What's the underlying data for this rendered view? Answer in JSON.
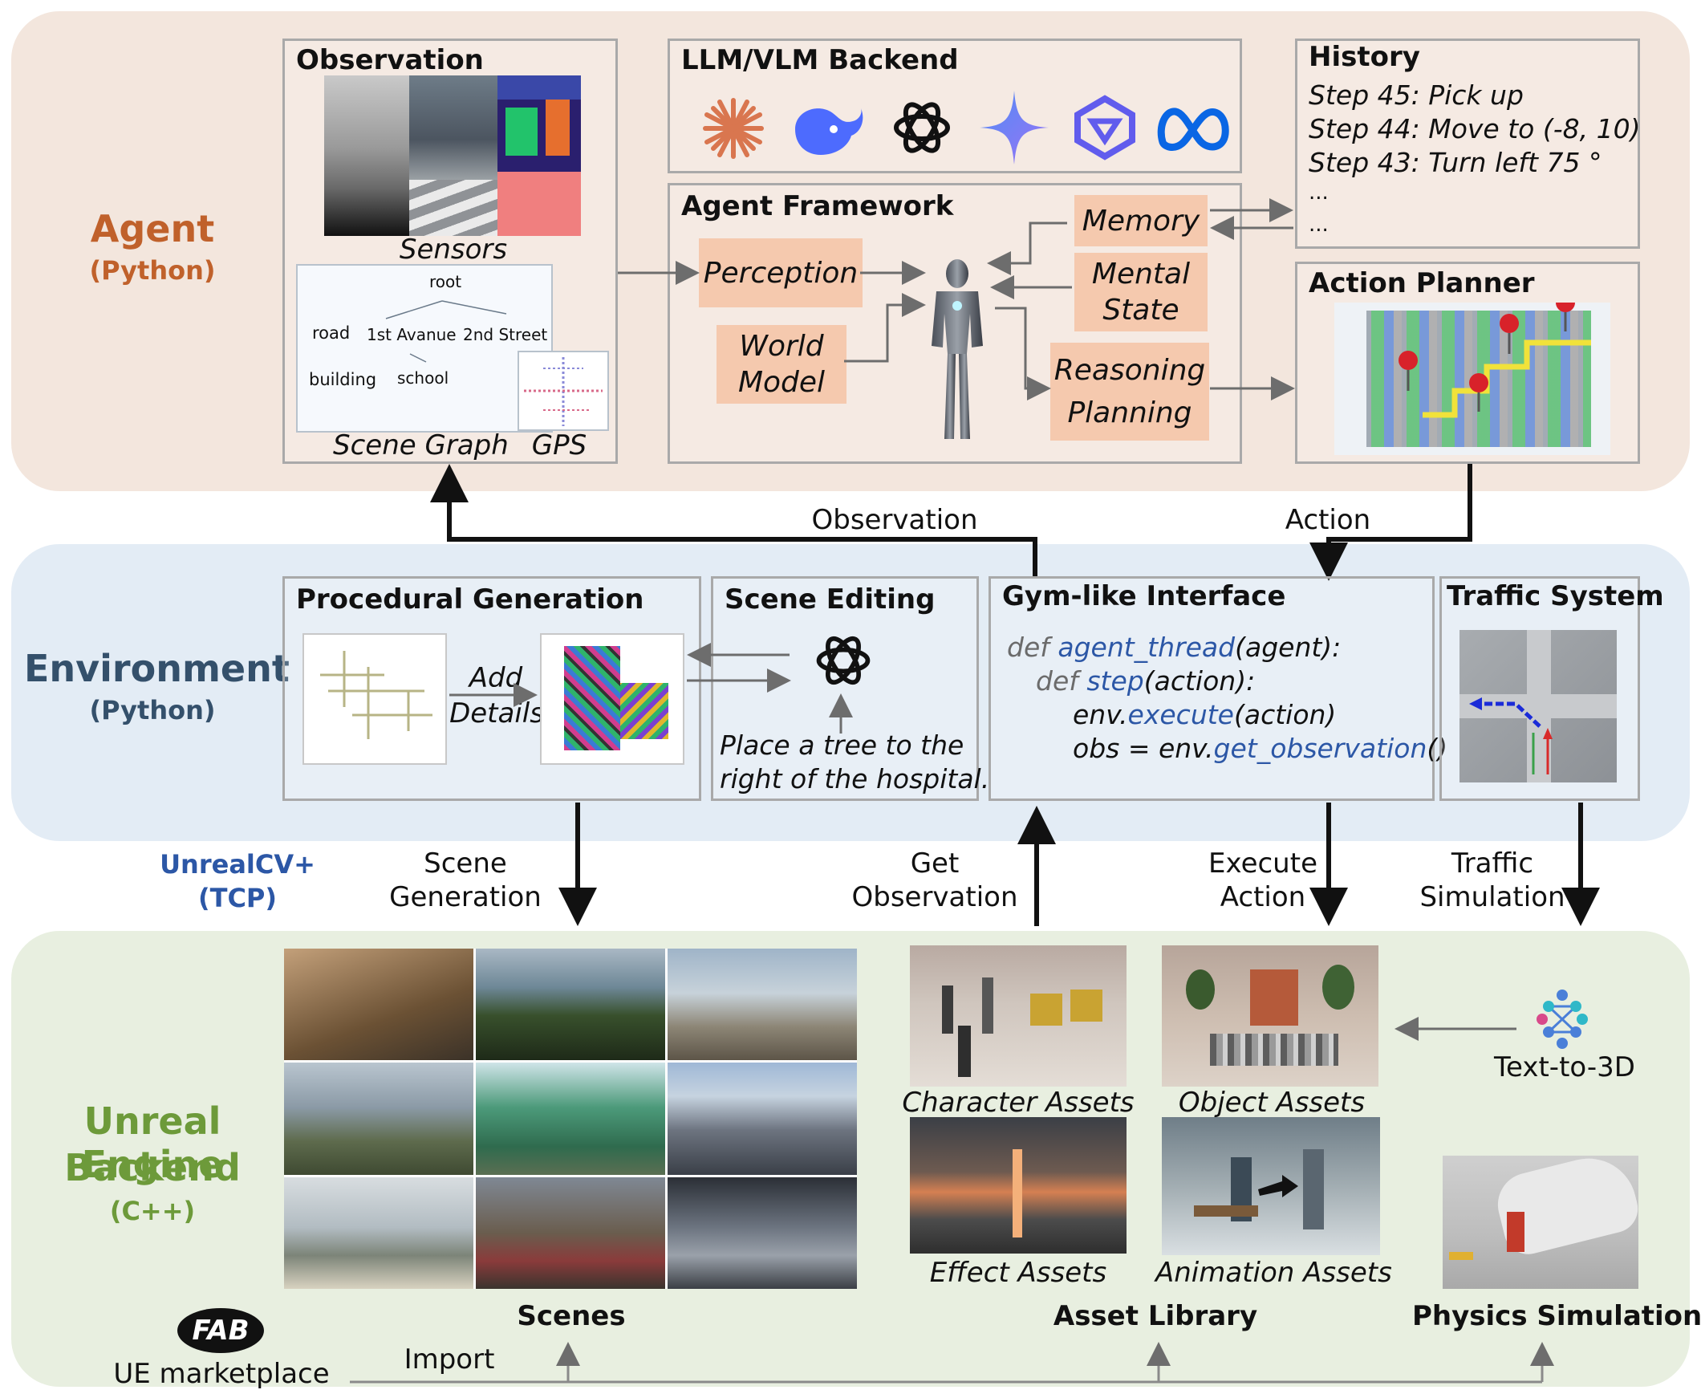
{
  "colors": {
    "agent_band": "#f3e6dd",
    "env_band": "#e3ecf5",
    "ue_band": "#e8efe0",
    "agent_label": "#c0612b",
    "env_label": "#34506b",
    "ue_label": "#6d9a3a",
    "pill": "#f5c9ae",
    "code_blue": "#2c57a6",
    "tcp_blue": "#2c57a6"
  },
  "bands": {
    "agent": {
      "title": "Agent",
      "sub": "(Python)"
    },
    "environment": {
      "title": "Environment",
      "sub": "(Python)"
    },
    "unreal": {
      "title_line1": "Unreal Engine",
      "title_line2": "Backend",
      "sub": "(C++)"
    }
  },
  "observation": {
    "title": "Observation",
    "sensors_label": "Sensors",
    "scene_graph": {
      "root": "root",
      "road": "road",
      "street1": "1st Avanue",
      "street2": "2nd Street",
      "building": "building",
      "school": "school"
    },
    "scene_graph_label": "Scene Graph",
    "gps_label": "GPS"
  },
  "llm_backend": {
    "title": "LLM/VLM Backend",
    "logos": [
      "claude-logo-icon",
      "deepseek-logo-icon",
      "openai-logo-icon",
      "gemini-logo-icon",
      "qwen-logo-icon",
      "meta-logo-icon"
    ]
  },
  "agent_framework": {
    "title": "Agent Framework",
    "perception": "Perception",
    "world_model": "World Model",
    "memory": "Memory",
    "mental_state": "Mental State",
    "reasoning": "Reasoning",
    "planning": "Planning"
  },
  "history": {
    "title": "History",
    "items": [
      "Step 45: Pick up",
      "Step 44: Move to (-8, 10)",
      "Step 43: Turn left 75 °",
      "...",
      "..."
    ]
  },
  "action_planner": {
    "title": "Action Planner"
  },
  "flow": {
    "observation": "Observation",
    "action": "Action"
  },
  "procedural": {
    "title": "Procedural Generation",
    "add": "Add",
    "details": "Details"
  },
  "scene_editing": {
    "title": "Scene Editing",
    "prompt_line1": "Place a tree to the",
    "prompt_line2": "right of the hospital."
  },
  "gym": {
    "title": "Gym-like Interface",
    "line1": {
      "kw": "def ",
      "fn": "agent_thread",
      "rest": "(agent):"
    },
    "line2": {
      "kw": "def ",
      "fn": "step",
      "rest": "(action):"
    },
    "line3": {
      "pre": "env.",
      "fn": "execute",
      "rest": "(action)"
    },
    "line4": {
      "pre": "obs = env.",
      "fn": "get_observation",
      "rest": "()"
    }
  },
  "traffic": {
    "title": "Traffic System"
  },
  "middle_labels": {
    "unrealcv_line1": "UnrealCV+",
    "unrealcv_line2": "(TCP)",
    "scene_gen_line1": "Scene",
    "scene_gen_line2": "Generation",
    "get_obs_line1": "Get",
    "get_obs_line2": "Observation",
    "exec_line1": "Execute",
    "exec_line2": "Action",
    "traffic_line1": "Traffic",
    "traffic_line2": "Simulation"
  },
  "unreal": {
    "scenes_label": "Scenes",
    "character_assets": "Character Assets",
    "object_assets": "Object Assets",
    "effect_assets": "Effect Assets",
    "animation_assets": "Animation Assets",
    "asset_library": "Asset Library",
    "text_to_3d": "Text-to-3D",
    "physics": "Physics Simulation",
    "fab_logo": "FAB",
    "marketplace": "UE marketplace",
    "import": "Import"
  }
}
